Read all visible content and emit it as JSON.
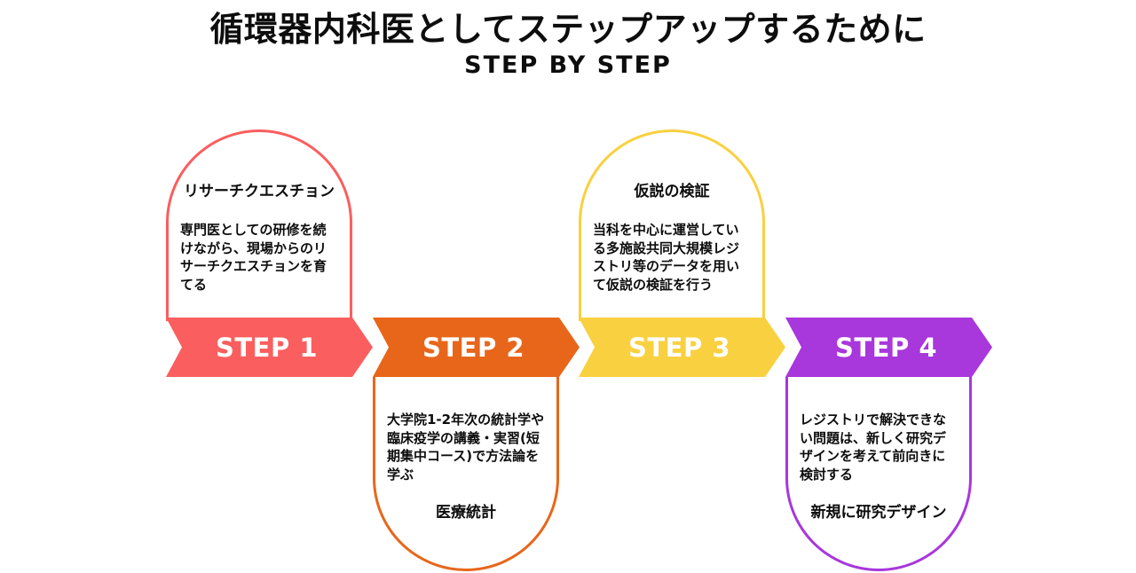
{
  "header": {
    "title": "循環器内科医としてステップアップするために",
    "subtitle": "STEP BY STEP"
  },
  "steps": [
    {
      "banner_label": "STEP 1",
      "color": "#FA5E5E",
      "card_position": "top",
      "card_title": "リサーチクエスチョン",
      "card_body": "専門医としての研修を続けながら、現場からのリサーチクエスチョンを育てる"
    },
    {
      "banner_label": "STEP 2",
      "color": "#E8661A",
      "card_position": "bottom",
      "card_title": "医療統計",
      "card_body": "大学院1-2年次の統計学や臨床疫学の講義・実習(短期集中コース)で方法論を学ぶ"
    },
    {
      "banner_label": "STEP 3",
      "color": "#F9D03F",
      "card_position": "top",
      "card_title": "仮説の検証",
      "card_body": "当科を中心に運営している多施設共同大規模レジストリ等のデータを用いて仮説の検証を行う"
    },
    {
      "banner_label": "STEP 4",
      "color": "#A837DC",
      "card_position": "bottom",
      "card_title": "新規に研究デザイン",
      "card_body": "レジストリで解決できない問題は、新しく研究デザインを考えて前向きに検討する"
    }
  ],
  "colors": {
    "background": "#FFFFFF",
    "banner_text": "#FFFFFF",
    "text": "#111111"
  }
}
